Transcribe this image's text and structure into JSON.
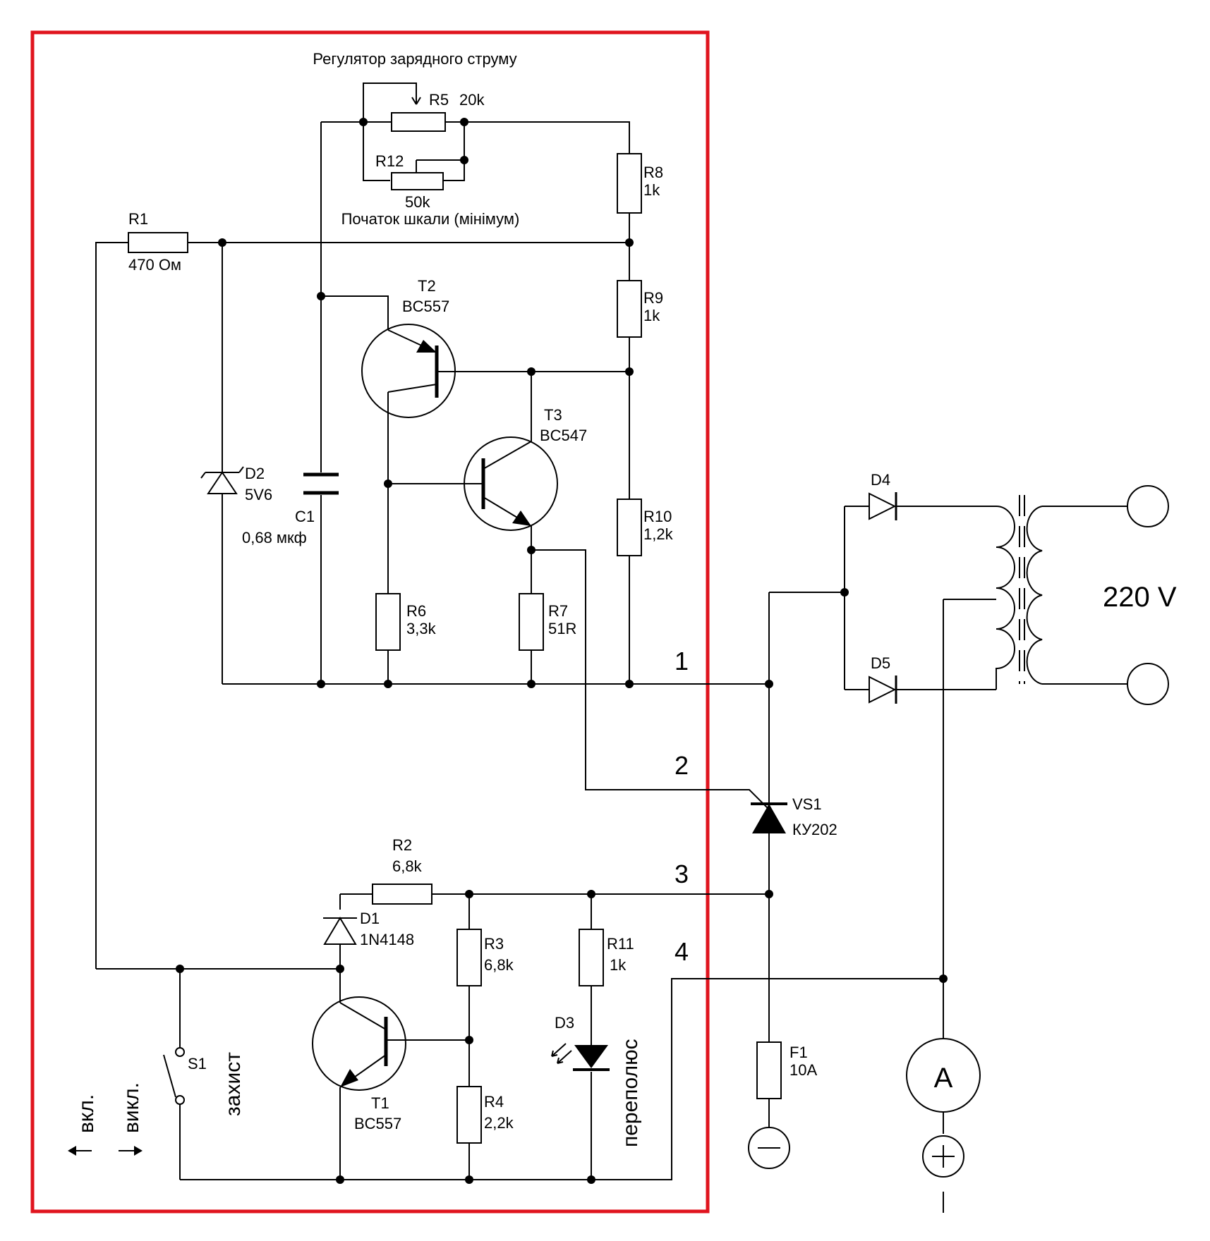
{
  "colors": {
    "frame": "#e0141e",
    "wire": "#000000"
  },
  "regulator_title": "Регулятор зарядного струму",
  "scale_start": "Початок шкали (мінімум)",
  "mains": "220 V",
  "components": {
    "R1": {
      "name": "R1",
      "value": "470 Ом"
    },
    "R2": {
      "name": "R2",
      "value": "6,8k"
    },
    "R3": {
      "name": "R3",
      "value": "6,8k"
    },
    "R4": {
      "name": "R4",
      "value": "2,2k"
    },
    "R5": {
      "name": "R5",
      "value": "20k"
    },
    "R6": {
      "name": "R6",
      "value": "3,3k"
    },
    "R7": {
      "name": "R7",
      "value": "51R"
    },
    "R8": {
      "name": "R8",
      "value": "1k"
    },
    "R9": {
      "name": "R9",
      "value": "1k"
    },
    "R10": {
      "name": "R10",
      "value": "1,2k"
    },
    "R11": {
      "name": "R11",
      "value": "1k"
    },
    "R12": {
      "name": "R12",
      "value": "50k"
    },
    "C1": {
      "name": "C1",
      "value": "0,68 мкф"
    },
    "D1": {
      "name": "D1",
      "value": "1N4148"
    },
    "D2": {
      "name": "D2",
      "value": "5V6"
    },
    "D3": {
      "name": "D3"
    },
    "D4": {
      "name": "D4"
    },
    "D5": {
      "name": "D5"
    },
    "T1": {
      "name": "T1",
      "value": "BC557"
    },
    "T2": {
      "name": "T2",
      "value": "BC557"
    },
    "T3": {
      "name": "T3",
      "value": "BC547"
    },
    "VS1": {
      "name": "VS1",
      "value": "КУ202"
    },
    "F1": {
      "name": "F1",
      "value": "10A"
    },
    "S1": {
      "name": "S1"
    }
  },
  "ammeter": "A",
  "wire_numbers": [
    "1",
    "2",
    "3",
    "4"
  ],
  "switch_on": "вкл.",
  "switch_off": "викл.",
  "protection": "захист",
  "reverse_polarity": "переполюс"
}
